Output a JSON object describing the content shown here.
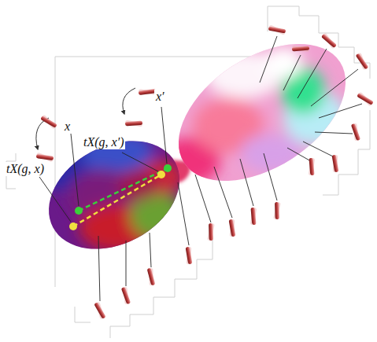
{
  "diagram": {
    "labels": [
      "x",
      "x′",
      "tX(g, x)",
      "tX(g, x′)"
    ]
  }
}
